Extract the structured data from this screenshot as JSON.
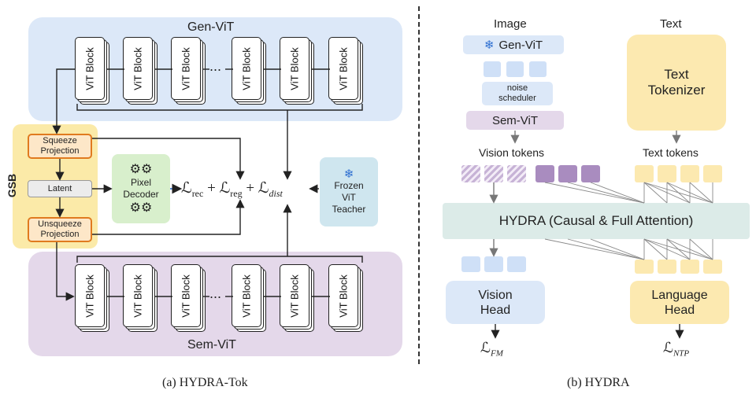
{
  "left": {
    "gen_vit_label": "Gen-ViT",
    "sem_vit_label": "Sem-ViT",
    "vit_block_label": "ViT Block",
    "ellipsis": "...",
    "gsb_label": "GSB",
    "squeeze_line1": "Squeeze",
    "squeeze_line2": "Projection",
    "latent": "Latent",
    "unsqueeze_line1": "Unsqueeze",
    "unsqueeze_line2": "Projection",
    "pixel_line1": "Pixel",
    "pixel_line2": "Decoder",
    "loss_rec": "ℒ",
    "loss_rec_sub": "rec",
    "loss_reg": "ℒ",
    "loss_reg_sub": "reg",
    "loss_dist": "ℒ",
    "loss_dist_sub": "dist",
    "plus": "+",
    "frozen_line1": "Frozen",
    "frozen_line2": "ViT",
    "frozen_line3": "Teacher",
    "caption": "(a) HYDRA-Tok"
  },
  "right": {
    "image_label": "Image",
    "text_label": "Text",
    "gen_vit": "Gen-ViT",
    "noise_line1": "noise",
    "noise_line2": "scheduler",
    "sem_vit": "Sem-ViT",
    "text_tok_line1": "Text",
    "text_tok_line2": "Tokenizer",
    "vision_tokens": "Vision tokens",
    "text_tokens": "Text tokens",
    "hydra": "HYDRA (Causal & Full Attention)",
    "vision_head_line1": "Vision",
    "vision_head_line2": "Head",
    "language_head_line1": "Language",
    "language_head_line2": "Head",
    "loss_fm": "ℒ",
    "loss_fm_sub": "FM",
    "loss_ntp": "ℒ",
    "loss_ntp_sub": "NTP",
    "caption": "(b) HYDRA"
  },
  "colors": {
    "blue_panel": "#dce8f8",
    "purple_panel": "#e4d8ea",
    "gsb_yellow": "#fbeaa8",
    "orange_border": "#e07a1f",
    "pixel_green": "#d8efcc",
    "frozen_blue": "#cfe6ef",
    "hydra_teal": "#dcebe8",
    "light_blue_token": "#cfe0f7",
    "purple_token": "#a98cbf",
    "yellow_token": "#fce9b0",
    "snowflake": "#2e6fd1"
  },
  "icons": [
    "snowflake-icon",
    "gears-icon"
  ]
}
